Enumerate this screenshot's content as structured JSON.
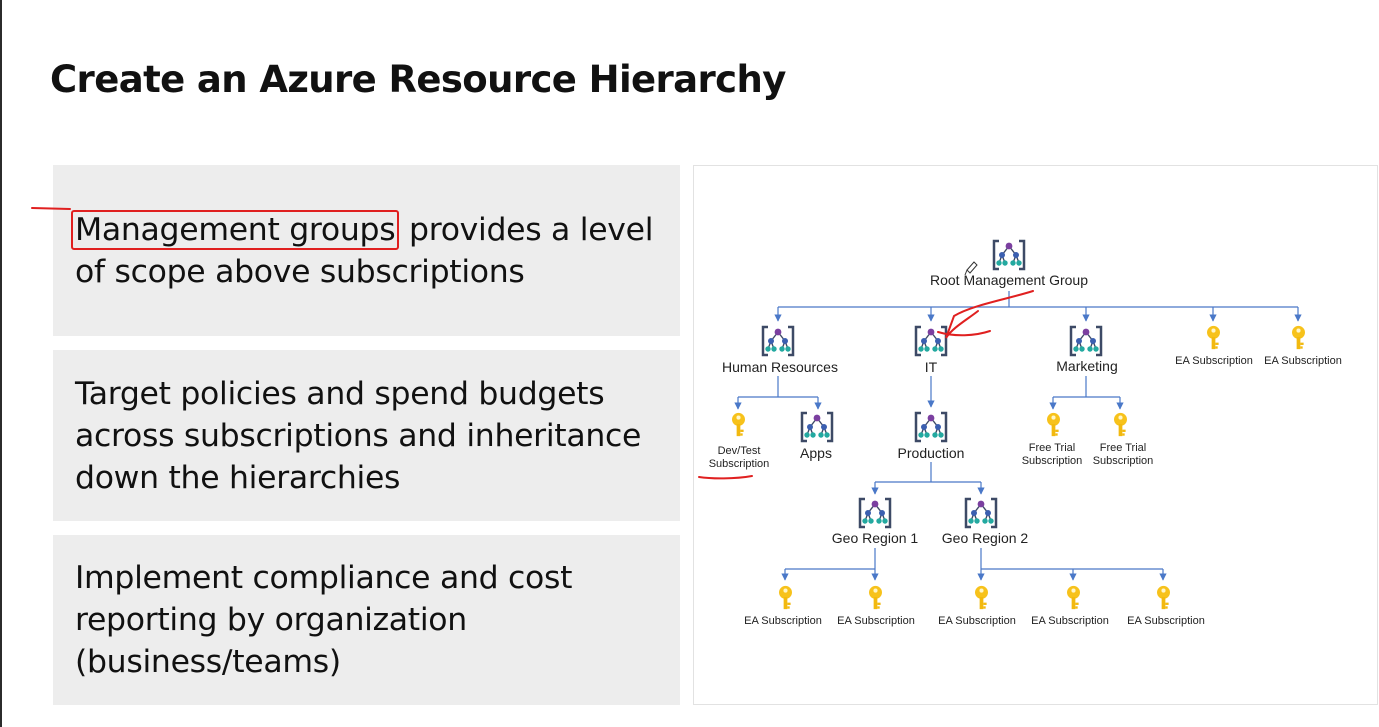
{
  "slide": {
    "title": "Create an Azure Resource Hierarchy",
    "bullets": [
      {
        "highlight": "Management groups",
        "text": " provides a level of scope above subscriptions"
      },
      {
        "text": "Target policies and spend budgets across subscriptions and inheritance down the hierarchies"
      },
      {
        "text": "Implement compliance and cost reporting by organization (business/teams)"
      }
    ]
  },
  "diagram": {
    "root": "Root Management Group",
    "level1": {
      "human_resources": "Human Resources",
      "it": "IT",
      "marketing": "Marketing",
      "ea1": "EA Subscription",
      "ea2": "EA Subscription"
    },
    "hr_children": {
      "devtest_line1": "Dev/Test",
      "devtest_line2": "Subscription",
      "apps": "Apps"
    },
    "it_children": {
      "production": "Production"
    },
    "marketing_children": {
      "free1_line1": "Free Trial",
      "free1_line2": "Subscription",
      "free2_line1": "Free Trial",
      "free2_line2": "Subscription"
    },
    "production_children": {
      "geo1": "Geo Region 1",
      "geo2": "Geo Region 2"
    },
    "geo_subscriptions": [
      "EA Subscription",
      "EA Subscription",
      "EA Subscription",
      "EA Subscription",
      "EA Subscription"
    ]
  },
  "colors": {
    "accent_connector": "#4a78c8",
    "key_yellow": "#f7c21b",
    "annotation_red": "#e02020",
    "panel_gray": "#ededed",
    "icon_dark": "#3d4a66",
    "icon_purple": "#7b3fa0",
    "icon_teal": "#23a9a0"
  }
}
